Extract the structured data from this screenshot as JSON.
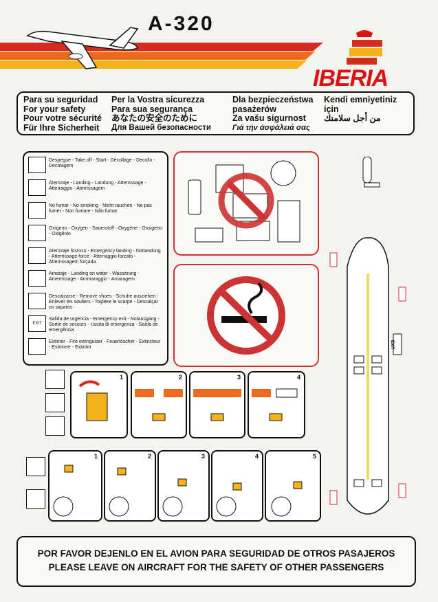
{
  "title": "A-320",
  "brand": "IBERIA",
  "colors": {
    "red": "#d62b1f",
    "orange": "#ee6a1c",
    "yellow": "#f6b21b",
    "accent": "#c33"
  },
  "safety_heading": {
    "col1": [
      "Para su seguridad",
      "For your safety",
      "Pour votre sécurité",
      "Für Ihre Sicherheit"
    ],
    "col2": [
      "Per la Vostra sicurezza",
      "Para sua segurança",
      "あなたの安全のために",
      "Для Вашей безопасности"
    ],
    "col3": [
      "Dla bezpieczeństwa",
      "pasażerów",
      "Za vašu sigurnost",
      "Γιά τήν άσφάλειά σας"
    ],
    "col4": [
      "Kendi emniyetiniz",
      "için",
      "من أجل سلامتك"
    ]
  },
  "legend": [
    {
      "icon": "takeoff-icon",
      "text": "Despegue - Take off - Start - Décollage - Decollo - Decolagem"
    },
    {
      "icon": "landing-icon",
      "text": "Aterrizaje - Landing - Landung - Atterrissage - Atterraggio - Aterrissagem"
    },
    {
      "icon": "no-smoking-icon",
      "text": "No fumar - No smoking - Nicht rauchen - Ne pas fumer - Non fumare - Não fumar"
    },
    {
      "icon": "oxygen-icon",
      "text": "Oxígeno - Oxygen - Sauerstoff - Oxygène - Ossigeno - Oxigênio"
    },
    {
      "icon": "emergency-landing-icon",
      "text": "Aterrizaje forzoso - Emergency landing - Notlandung - Atterrissage forcé - Atterraggio forzato - Atterrissagem forçada"
    },
    {
      "icon": "water-landing-icon",
      "text": "Amaraje - Landing on water - Wasserung - Amerrissage - Ammaraggio - Amaragem"
    },
    {
      "icon": "remove-shoes-icon",
      "text": "Descalzarse - Remove shoes - Schuhe ausziehen - Enlever les souliers - Togliere le scarpe - Descalçar os sapatos"
    },
    {
      "icon": "exit-icon",
      "label": "EXIT",
      "text": "Salida de urgencia - Emergency exit - Notausgang - Sortie de secours - Uscita di emergenza - Saída de emergência"
    },
    {
      "icon": "extinguisher-icon",
      "text": "Extintor - Fire extinguiser - Feuerlöscher - Extincteur - Estintore - Extintor"
    }
  ],
  "seatbelt_steps": [
    "1",
    "2",
    "3",
    "4"
  ],
  "oxygen_steps": [
    "1",
    "2",
    "3",
    "4",
    "5"
  ],
  "exit_label": "EXIT",
  "footer": {
    "line1": "POR FAVOR DEJENLO EN EL AVION PARA SEGURIDAD DE OTROS PASAJEROS",
    "line2": "PLEASE LEAVE ON AIRCRAFT FOR THE SAFETY OF OTHER PASSENGERS"
  }
}
